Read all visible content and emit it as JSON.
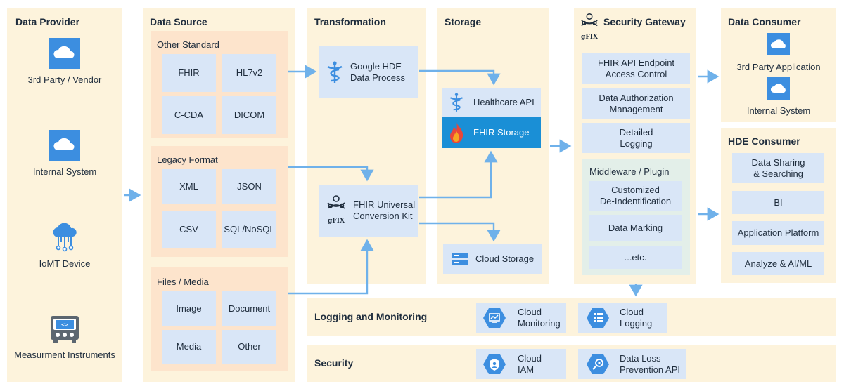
{
  "provider": {
    "title": "Data Provider",
    "items": [
      "3rd Party / Vendor",
      "Internal System",
      "IoMT Device",
      "Measurment Instruments"
    ]
  },
  "source": {
    "title": "Data Source",
    "groups": [
      {
        "label": "Other Standard",
        "items": [
          "FHIR",
          "HL7v2",
          "C-CDA",
          "DICOM"
        ]
      },
      {
        "label": "Legacy Format",
        "items": [
          "XML",
          "JSON",
          "CSV",
          "SQL/NoSQL"
        ]
      },
      {
        "label": "Files / Media",
        "items": [
          "Image",
          "Document",
          "Media",
          "Other"
        ]
      }
    ]
  },
  "transformation": {
    "title": "Transformation",
    "hde": "Google HDE\nData Process",
    "fhir_kit": "FHIR Universal\nConversion Kit",
    "gfix_label": "gFIX"
  },
  "storage": {
    "title": "Storage",
    "healthcare_api": "Healthcare API",
    "fhir_storage": "FHIR Storage",
    "cloud_storage": "Cloud Storage"
  },
  "gateway": {
    "title": "Security Gateway",
    "gfix_label": "gFIX",
    "items": [
      "FHIR API Endpoint\nAccess Control",
      "Data Authorization\nManagement",
      "Detailed\nLogging"
    ],
    "middleware": {
      "label": "Middleware / Plugin",
      "items": [
        "Customized\nDe-Indentification",
        "Data Marking",
        "...etc."
      ]
    }
  },
  "consumer": {
    "title": "Data Consumer",
    "items": [
      "3rd Party Application",
      "Internal System"
    ]
  },
  "hde_consumer": {
    "title": "HDE Consumer",
    "items": [
      "Data Sharing\n& Searching",
      "BI",
      "Application Platform",
      "Analyze & AI/ML"
    ]
  },
  "logging": {
    "title": "Logging and Monitoring",
    "items": [
      "Cloud\nMonitoring",
      "Cloud\nLogging"
    ]
  },
  "security": {
    "title": "Security",
    "items": [
      "Cloud\nIAM",
      "Data Loss\nPrevention API"
    ]
  },
  "colors": {
    "column_bg": "#fdf3dc",
    "group_bg": "#fde4cc",
    "box_bg": "#d9e6f7",
    "arrow": "#6fb1ea",
    "fhir_storage_bg": "#1a8fd6",
    "icon_blue": "#3c8ee0"
  },
  "icons": [
    "cloud-icon",
    "iot-icon",
    "instrument-icon",
    "caduceus-icon",
    "gfix-logo-icon",
    "fire-icon",
    "storage-icon",
    "monitoring-icon",
    "logging-icon",
    "iam-icon",
    "dlp-icon"
  ]
}
